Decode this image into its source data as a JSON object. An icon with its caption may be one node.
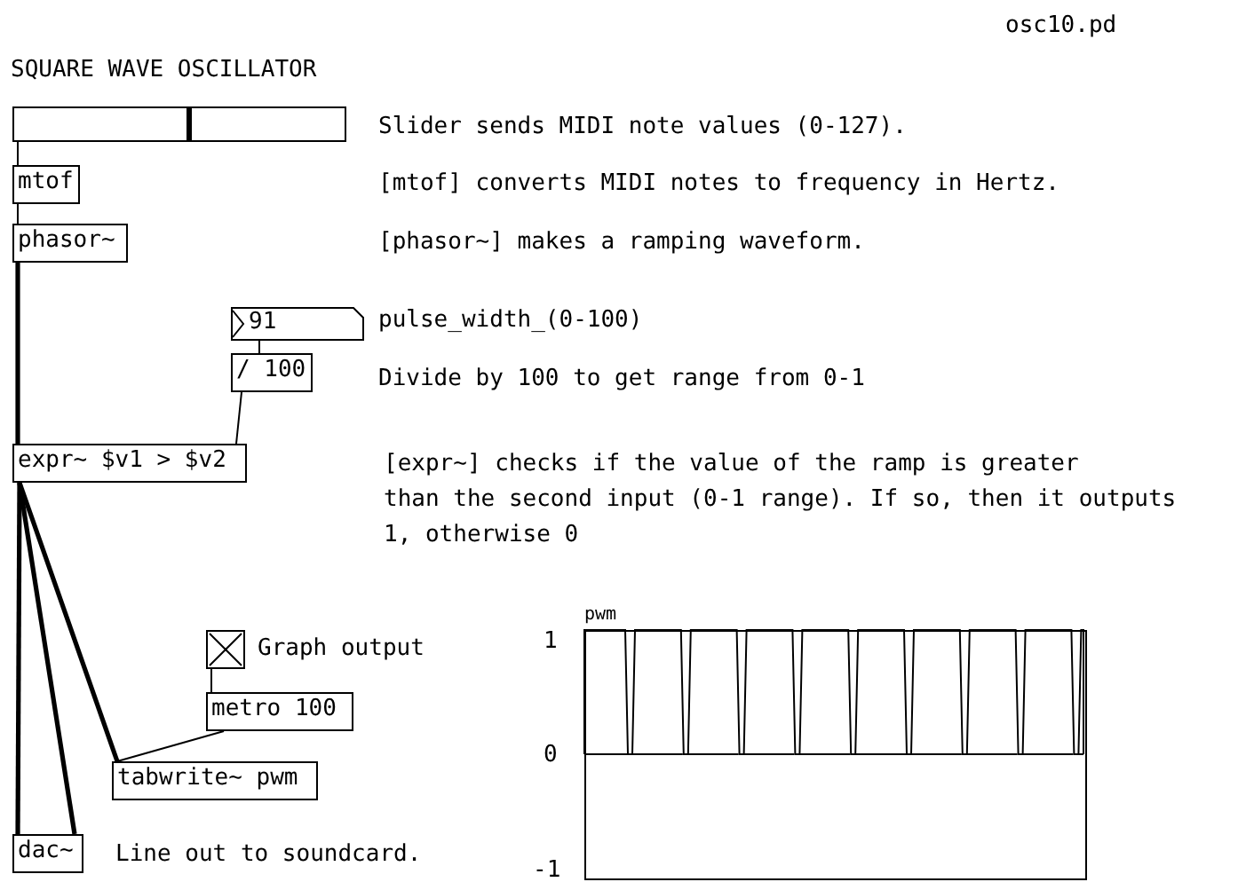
{
  "diagram": {
    "title": "SQUARE WAVE OSCILLATOR",
    "nodes": [
      {
        "text": [],
        "shape": "bar"
      },
      {
        "text": [
          "mtof"
        ]
      },
      {
        "text": [
          "phasor~"
        ]
      },
      {
        "text": [
          "91"
        ],
        "beside": [
          "pulse_width_(0-100)"
        ]
      },
      {
        "text": [
          "/ 100"
        ]
      },
      {
        "text": [
          "expr~ $v1 > $v2"
        ]
      },
      {
        "text": [],
        "shape": "box"
      },
      {
        "text": [
          "metro 100"
        ]
      },
      {
        "text": [
          "tabwrite~ pwm"
        ]
      },
      {
        "text": [
          "dac~"
        ]
      }
    ],
    "edges": [
      {
        "from": 0,
        "to": 1,
        "arrow": "none"
      },
      {
        "from": 1,
        "to": 2,
        "arrow": "none"
      },
      {
        "from": 2,
        "to": 5,
        "arrow": "none",
        "style": "thick"
      },
      {
        "from": 3,
        "to": 4,
        "arrow": "none"
      },
      {
        "from": 4,
        "to": 5,
        "arrow": "none"
      },
      {
        "from": 5,
        "to": 9,
        "arrow": "none",
        "style": "thick"
      },
      {
        "from": 5,
        "to": 9,
        "arrow": "none",
        "style": "thick"
      },
      {
        "from": 5,
        "to": 8,
        "arrow": "none",
        "style": "thick"
      },
      {
        "from": 6,
        "to": 7,
        "arrow": "none"
      },
      {
        "from": 7,
        "to": 8,
        "arrow": "none"
      }
    ],
    "labels": [
      "osc10.pd",
      "Slider sends MIDI note values (0-127).",
      "[mtof] converts MIDI notes to frequency in Hertz.",
      "[phasor~] makes a ramping waveform.",
      "Divide by 100 to get range from 0-1",
      "[expr~] checks if the value of the ramp is greater than the second input (0-1 range). If so, then it outputs 1, otherwise 0",
      "Graph output",
      "pwm",
      "1",
      "0",
      "-1",
      "Line out to soundcard."
    ]
  }
}
